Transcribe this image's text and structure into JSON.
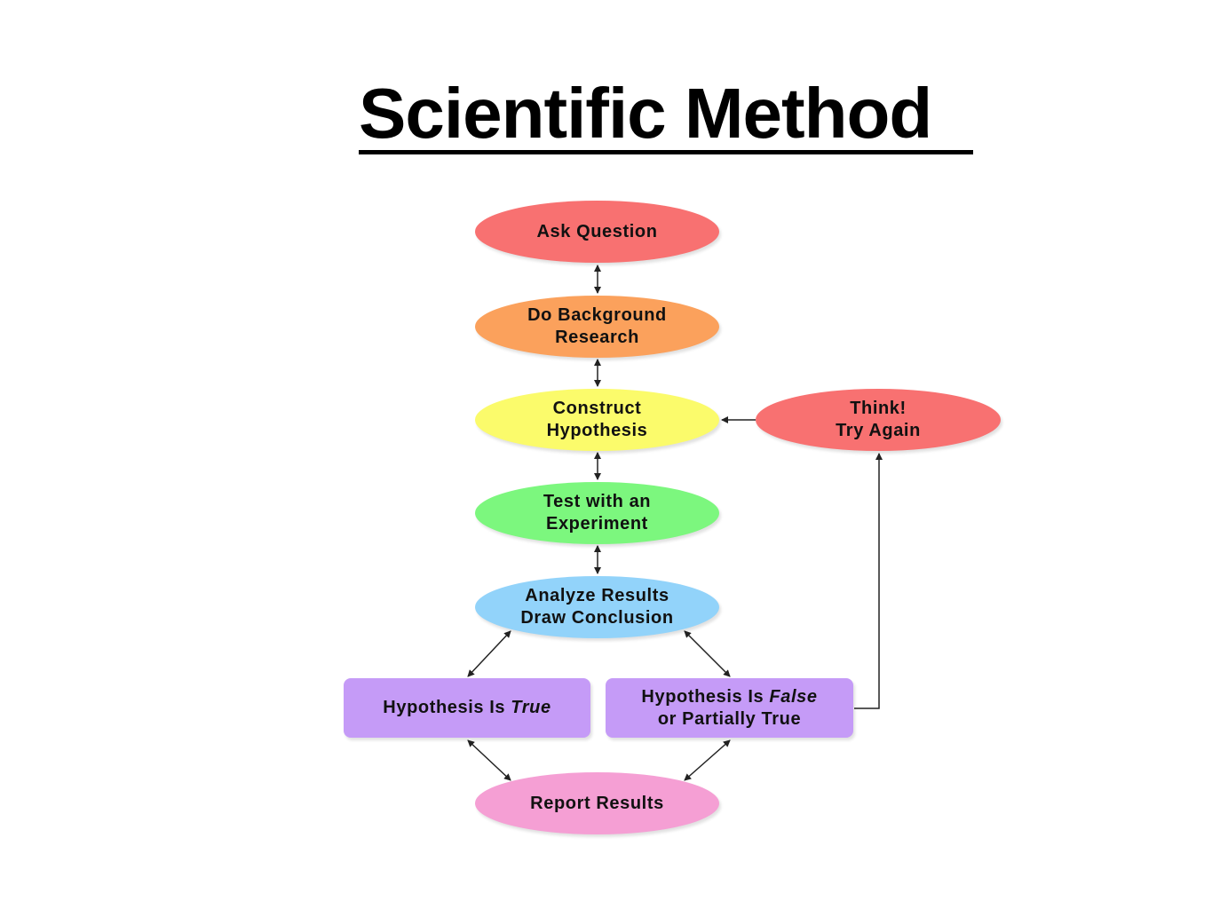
{
  "title": "Scientific Method",
  "nodes": {
    "ask": {
      "line1": "Ask Question",
      "color": "#f87171"
    },
    "research": {
      "line1": "Do Background",
      "line2": "Research",
      "color": "#fba15c"
    },
    "hypothesis": {
      "line1": "Construct",
      "line2": "Hypothesis",
      "color": "#fbfb6b"
    },
    "think": {
      "line1": "Think!",
      "line2": "Try Again",
      "color": "#f87171"
    },
    "test": {
      "line1": "Test with an",
      "line2": "Experiment",
      "color": "#7cf77e"
    },
    "analyze": {
      "line1": "Analyze Results",
      "line2": "Draw Conclusion",
      "color": "#92d3fa"
    },
    "true": {
      "prefix": "Hypothesis Is ",
      "emph": "True",
      "color": "#c59bf7"
    },
    "false": {
      "prefix": "Hypothesis Is ",
      "emph": "False",
      "line2": "or Partially True",
      "color": "#c59bf7"
    },
    "report": {
      "line1": "Report Results",
      "color": "#f59fd4"
    }
  }
}
